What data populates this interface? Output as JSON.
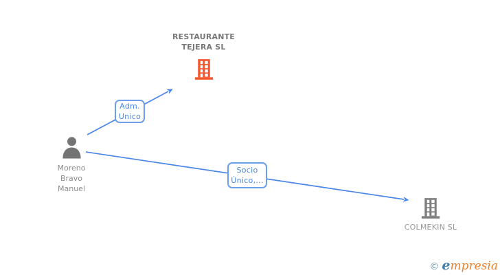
{
  "diagram": {
    "nodes": {
      "main_company": {
        "name": "RESTAURANTE TEJERA SL",
        "icon": "building-icon",
        "icon_color": "#f4562d"
      },
      "person": {
        "name": "Moreno Bravo Manuel",
        "icon": "person-icon",
        "icon_color": "#747474"
      },
      "related_company": {
        "name": "COLMEKIN SL",
        "icon": "building-icon",
        "icon_color": "#808080"
      }
    },
    "edges": [
      {
        "label": "Adm. Unico",
        "from": "Moreno Bravo Manuel",
        "to": "RESTAURANTE TEJERA SL"
      },
      {
        "label": "Socio Único,...",
        "from": "Moreno Bravo Manuel",
        "to": "COLMEKIN SL"
      }
    ],
    "edge_color": "#4a86e8"
  },
  "footer": {
    "copyright_symbol": "©",
    "brand_initial": "e",
    "brand_rest": "mpresia"
  }
}
